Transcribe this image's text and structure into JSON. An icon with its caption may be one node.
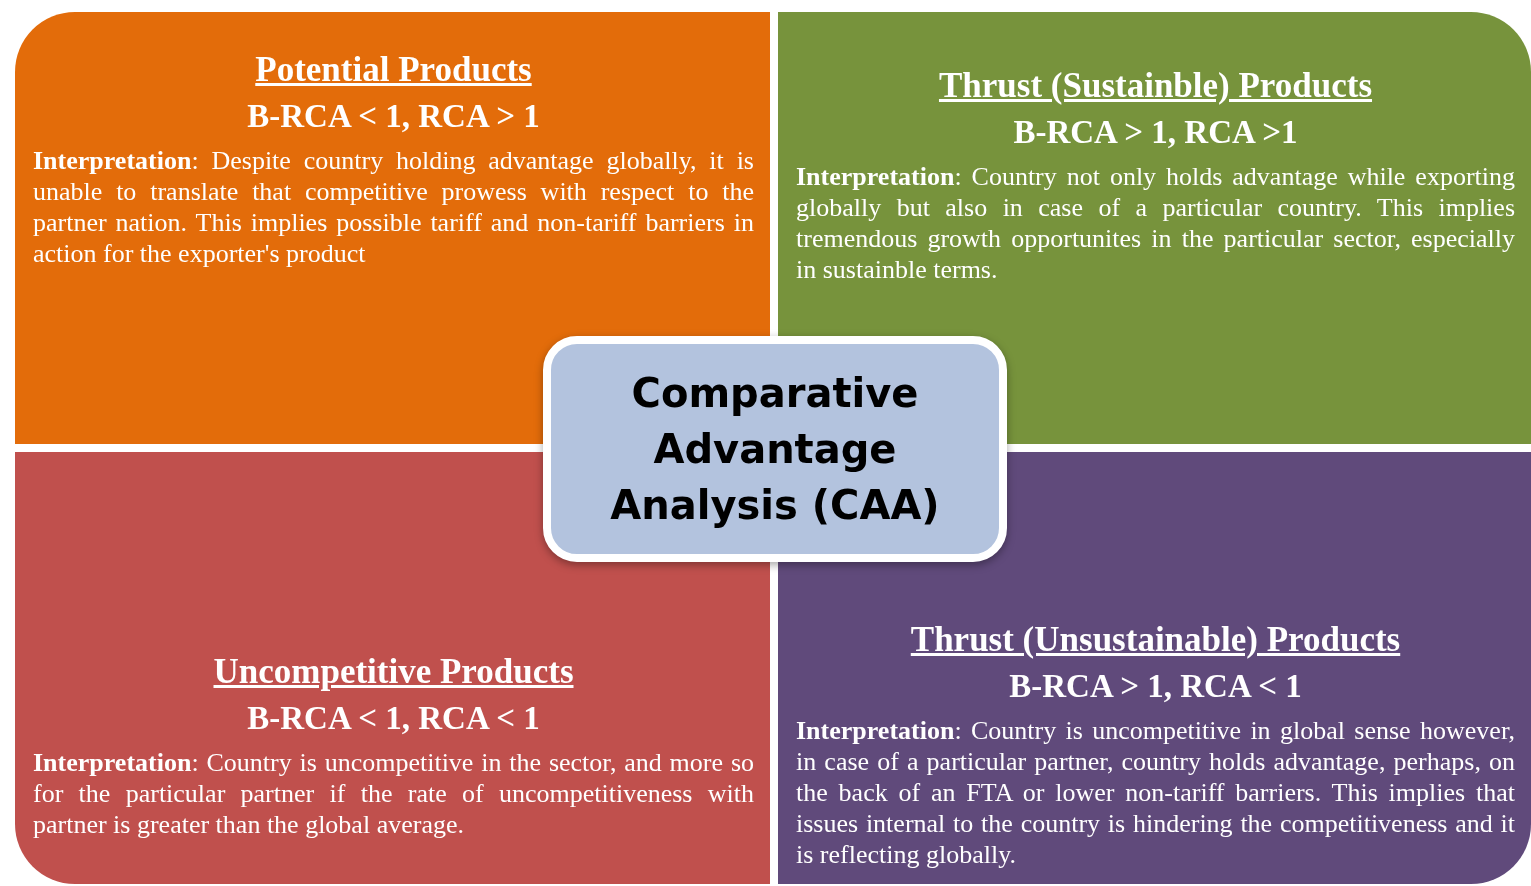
{
  "diagram": {
    "nodes": [
      {
        "text": [
          "Potential Products",
          "B-RCA < 1, RCA > 1",
          "**Interpretation**: Despite country holding advantage globally, it is unable to translate that competitive prowess with respect to the partner nation. This implies possible tariff and non-tariff barriers in action for the exporter's product"
        ]
      },
      {
        "text": [
          "Thrust (Sustainble) Products",
          "B-RCA > 1, RCA >1",
          "**Interpretation**: Country not only holds advantage while exporting globally but also in case of a particular country. This implies tremendous growth opportunites in the particular sector, especially in sustainble terms."
        ]
      },
      {
        "text": [
          "Comparative Advantage Analysis (CAA)"
        ]
      },
      {
        "text": [
          "Uncompetitive Products",
          "B-RCA < 1, RCA < 1",
          "**Interpretation**: Country is uncompetitive in the sector, and more so for the particular partner if the rate of uncompetitiveness with partner is greater than the global average."
        ]
      },
      {
        "text": [
          "Thrust (Unsustainable) Products",
          "B-RCA > 1, RCA < 1",
          "**Interpretation**: Country is uncompetitive in global sense however, in case of a particular partner, country holds advantage, perhaps, on the back of an FTA or lower non-tariff barriers. This implies that issues internal to the country is hindering the competitiveness and it is reflecting globally."
        ]
      }
    ],
    "edges": []
  }
}
